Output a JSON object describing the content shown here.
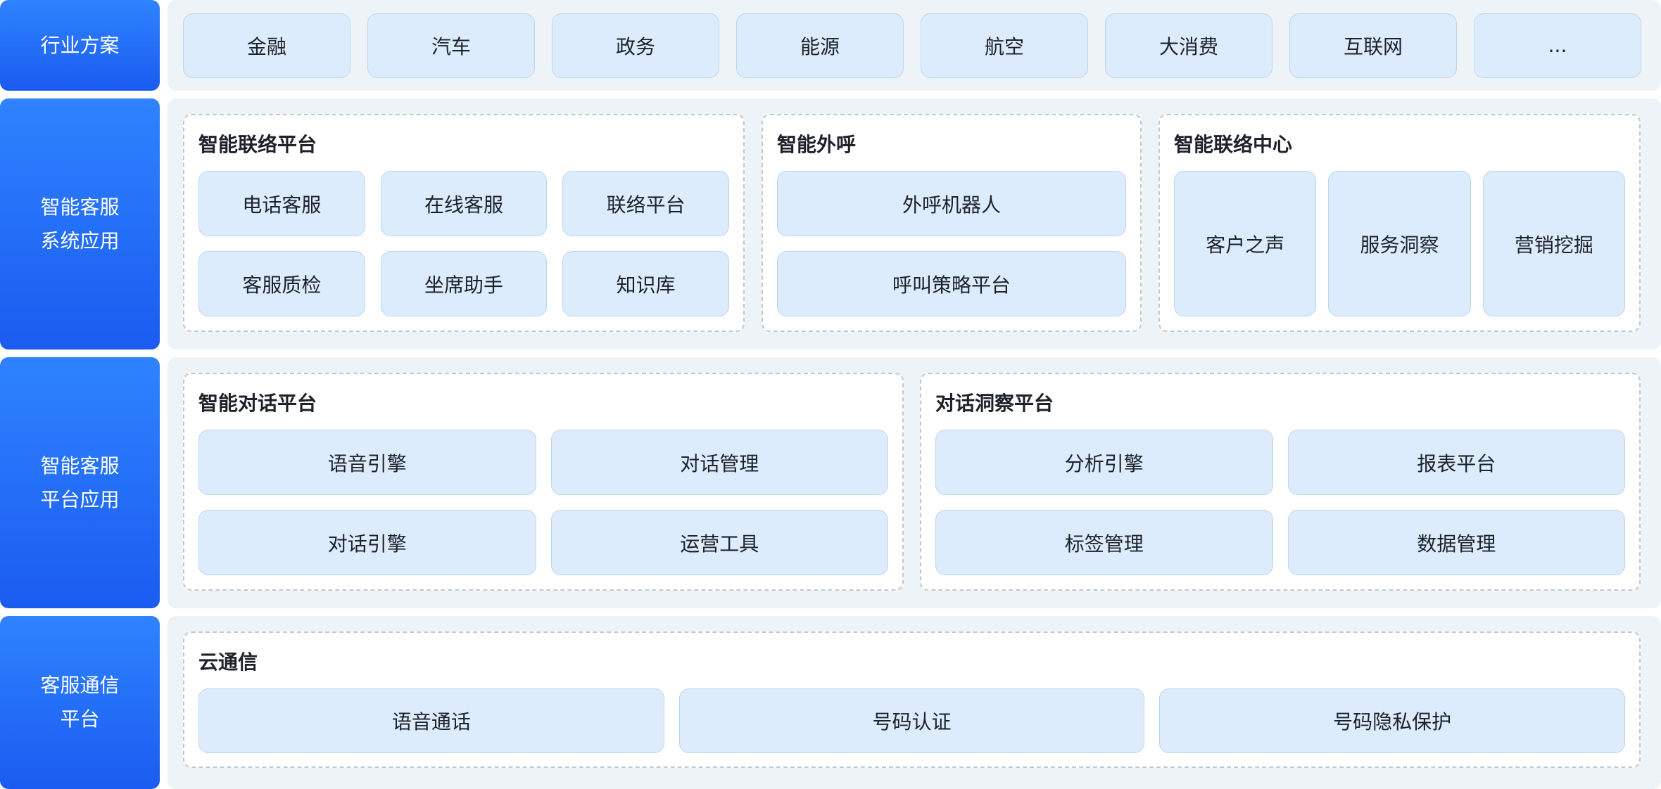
{
  "industry_solutions": {
    "label": "行业方案",
    "items": [
      "金融",
      "汽车",
      "政务",
      "能源",
      "航空",
      "大消费",
      "互联网",
      "..."
    ]
  },
  "system_applications": {
    "label": [
      "智能客服",
      "系统应用"
    ],
    "contact_platform": {
      "title": "智能联络平台",
      "items": [
        "电话客服",
        "在线客服",
        "联络平台",
        "客服质检",
        "坐席助手",
        "知识库"
      ]
    },
    "outbound_call": {
      "title": "智能外呼",
      "items": [
        "外呼机器人",
        "呼叫策略平台"
      ]
    },
    "contact_center": {
      "title": "智能联络中心",
      "items": [
        "客户之声",
        "服务洞察",
        "营销挖掘"
      ]
    }
  },
  "platform_applications": {
    "label": [
      "智能客服",
      "平台应用"
    ],
    "dialogue_platform": {
      "title": "智能对话平台",
      "items": [
        "语音引擎",
        "对话管理",
        "对话引擎",
        "运营工具"
      ]
    },
    "insight_platform": {
      "title": "对话洞察平台",
      "items": [
        "分析引擎",
        "报表平台",
        "标签管理",
        "数据管理"
      ]
    }
  },
  "communication_platform": {
    "label": [
      "客服通信",
      "平台"
    ],
    "cloud_communication": {
      "title": "云通信",
      "items": [
        "语音通话",
        "号码认证",
        "号码隐私保护"
      ]
    }
  },
  "colors": {
    "label_gradient_start": "#2f83ff",
    "label_gradient_end": "#1a5cf0",
    "panel_background": "#eef3f8",
    "module_background": "#dcecfc",
    "module_border": "#bdd5ef",
    "group_dashed_border": "#c0c8d2",
    "text": "#1d2129"
  }
}
